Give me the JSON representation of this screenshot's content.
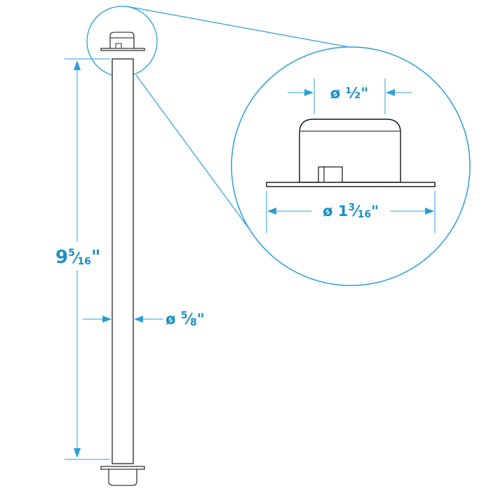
{
  "dimensions": {
    "length": {
      "whole": "9",
      "num": "5",
      "den": "16",
      "unit": "\""
    },
    "rod_diameter": {
      "symbol": "ø",
      "num": "5",
      "den": "8",
      "unit": "\""
    },
    "detail_top_diameter": {
      "symbol": "ø",
      "value": "½",
      "unit": "\""
    },
    "detail_base_diameter": {
      "symbol": "ø",
      "whole": "1",
      "num": "3",
      "den": "16",
      "unit": "\""
    }
  },
  "colors": {
    "dimension_line": "#2a9fd6",
    "dimension_text": "#1a8fc8",
    "part_outline": "#111111"
  }
}
